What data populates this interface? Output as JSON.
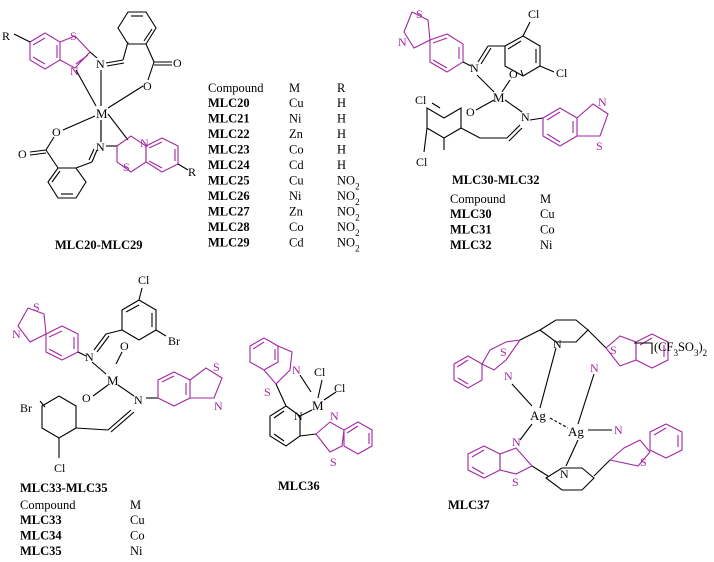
{
  "colors": {
    "heterocycle": "#a327a3",
    "bond": "#000000",
    "background": "#ffffff"
  },
  "group1": {
    "caption": "MLC20-MLC29",
    "header": [
      "Compound",
      "M",
      "R"
    ],
    "rows": [
      [
        "MLC20",
        "Cu",
        "H"
      ],
      [
        "MLC21",
        "Ni",
        "H"
      ],
      [
        "MLC22",
        "Zn",
        "H"
      ],
      [
        "MLC23",
        "Co",
        "H"
      ],
      [
        "MLC24",
        "Cd",
        "H"
      ],
      [
        "MLC25",
        "Cu",
        "NO2"
      ],
      [
        "MLC26",
        "Ni",
        "NO2"
      ],
      [
        "MLC27",
        "Zn",
        "NO2"
      ],
      [
        "MLC28",
        "Co",
        "NO2"
      ],
      [
        "MLC29",
        "Cd",
        "NO2"
      ]
    ],
    "atoms": {
      "r": "R",
      "s": "S",
      "n": "N",
      "o": "O",
      "m": "M"
    }
  },
  "group2": {
    "caption": "MLC30-MLC32",
    "header": [
      "Compound",
      "M"
    ],
    "rows": [
      [
        "MLC30",
        "Cu"
      ],
      [
        "MLC31",
        "Co"
      ],
      [
        "MLC32",
        "Ni"
      ]
    ],
    "atoms": {
      "cl": "Cl",
      "s": "S",
      "n": "N",
      "o": "O",
      "m": "M"
    }
  },
  "group3": {
    "caption": "MLC33-MLC35",
    "header": [
      "Compound",
      "M"
    ],
    "rows": [
      [
        "MLC33",
        "Cu"
      ],
      [
        "MLC34",
        "Co"
      ],
      [
        "MLC35",
        "Ni"
      ]
    ],
    "atoms": {
      "cl": "Cl",
      "br": "Br",
      "s": "S",
      "n": "N",
      "o": "O",
      "m": "M"
    }
  },
  "group4": {
    "caption": "MLC36",
    "atoms": {
      "cl": "Cl",
      "s": "S",
      "n": "N",
      "m": "M"
    }
  },
  "group5": {
    "caption": "MLC37",
    "counterion": "(CF3SO3)2",
    "atoms": {
      "s": "S",
      "n": "N",
      "ag": "Ag"
    }
  }
}
